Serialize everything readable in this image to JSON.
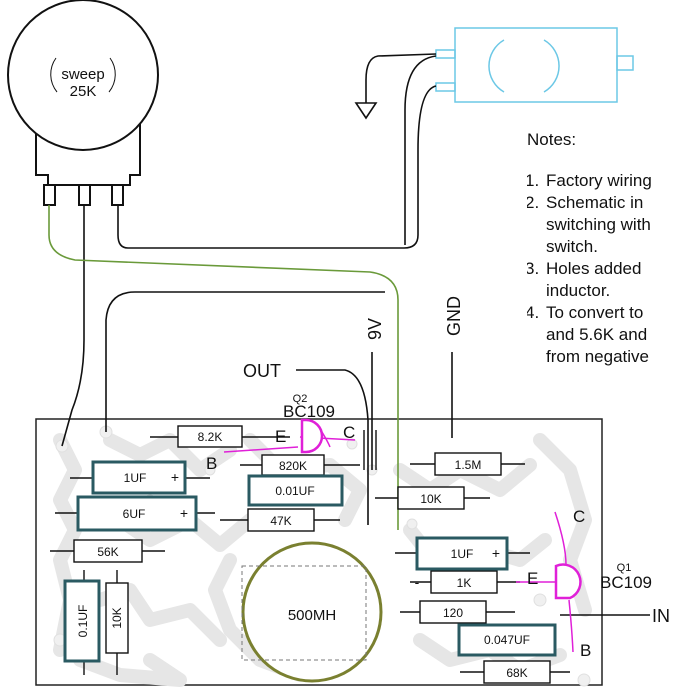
{
  "potentiometer": {
    "label_line1": "sweep",
    "label_line2": "25K"
  },
  "connections": {
    "out_label": "OUT",
    "v9_label": "9V",
    "gnd_label": "GND",
    "in_label": "IN"
  },
  "components": {
    "r_8k2": "8.2K",
    "r_820k": "820K",
    "c_0_01uf": "0.01UF",
    "r_47k": "47K",
    "c_1uf_top": "1UF",
    "c_6uf": "6UF",
    "r_56k": "56K",
    "c_0_1uf": "0.1UF",
    "r_10k_vertical": "10K",
    "inductor": "500MH",
    "r_1_5m": "1.5M",
    "r_10k": "10K",
    "c_1uf_right": "1UF",
    "r_1k": "1K",
    "r_120": "120",
    "c_0_047uf": "0.047UF",
    "r_68k": "68K",
    "plus_sign": "+",
    "minus_sign": "-"
  },
  "transistors": {
    "q2": {
      "ref": "Q2",
      "model": "BC109",
      "e": "E",
      "b": "B",
      "c": "C"
    },
    "q1": {
      "ref": "Q1",
      "model": "BC109",
      "e": "E",
      "b": "B",
      "c": "C"
    }
  },
  "notes": {
    "title": "Notes:",
    "items": [
      {
        "num": "1.",
        "text": "Factory wiring"
      },
      {
        "num": "2.",
        "text": "Schematic in"
      },
      {
        "num": "",
        "text": "switching with"
      },
      {
        "num": "",
        "text": "switch."
      },
      {
        "num": "3.",
        "text": "Holes added"
      },
      {
        "num": "",
        "text": "inductor."
      },
      {
        "num": "4.",
        "text": "To convert to"
      },
      {
        "num": "",
        "text": "and 5.6K and"
      },
      {
        "num": "",
        "text": "from negative"
      }
    ]
  },
  "colors": {
    "component_outline": "#2a5a62",
    "pcb_trace": "#e8e8e8",
    "transistor": "#e020d8",
    "green_wire": "#6a9a3a",
    "inductor_ring": "#7a8030",
    "switch_outline": "#6cc8e6"
  }
}
